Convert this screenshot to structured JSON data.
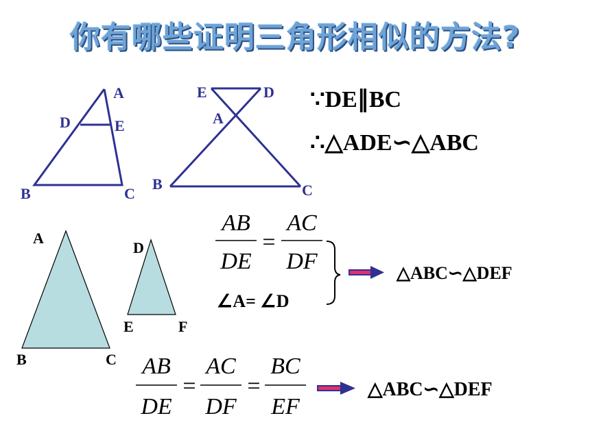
{
  "title": "你有哪些证明三角形相似的方法?",
  "colors": {
    "line": "#2e3192",
    "fill": "#b7dde0",
    "arrow": "#2e3192",
    "title": "#6ea3d6"
  },
  "figure1": {
    "labels": {
      "A": "A",
      "D": "D",
      "E": "E",
      "B": "B",
      "C": "C"
    }
  },
  "figure2": {
    "labels": {
      "E": "E",
      "D": "D",
      "A": "A",
      "B": "B",
      "C": "C"
    }
  },
  "proof": {
    "line1": "∵DE∥BC",
    "line2": "∴△ADE∽△ABC"
  },
  "figure3": {
    "big": {
      "A": "A",
      "B": "B",
      "C": "C"
    },
    "small": {
      "D": "D",
      "E": "E",
      "F": "F"
    }
  },
  "method_sas": {
    "frac1_num": "AB",
    "frac1_den": "DE",
    "eq": "=",
    "frac2_num": "AC",
    "frac2_den": "DF",
    "angle": "∠A= ∠D",
    "result": "△ABC∽△DEF"
  },
  "method_sss": {
    "frac1_num": "AB",
    "frac1_den": "DE",
    "frac2_num": "AC",
    "frac2_den": "DF",
    "frac3_num": "BC",
    "frac3_den": "EF",
    "eq": "=",
    "result": "△ABC∽△DEF"
  }
}
